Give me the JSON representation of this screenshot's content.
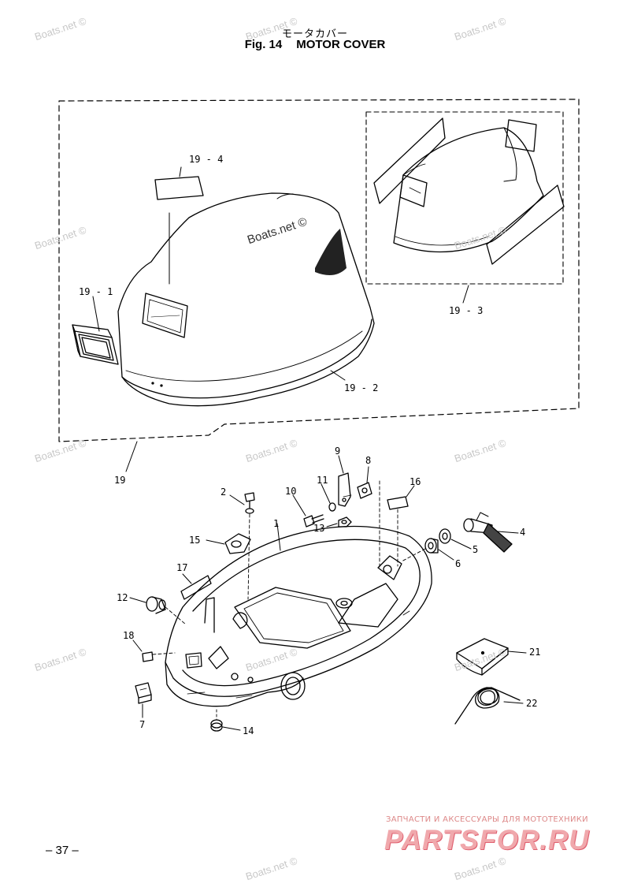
{
  "header": {
    "title_jp": "モータカバー",
    "fig_number": "Fig. 14",
    "fig_title": "MOTOR COVER"
  },
  "callouts": {
    "c19_4": "19 - 4",
    "c19_1": "19 - 1",
    "c19_2": "19 - 2",
    "c19_3": "19 - 3",
    "c19": "19",
    "c1": "1",
    "c2": "2",
    "c4": "4",
    "c5": "5",
    "c6": "6",
    "c7": "7",
    "c8": "8",
    "c9": "9",
    "c10": "10",
    "c11": "11",
    "c12": "12",
    "c13": "13",
    "c14": "14",
    "c15": "15",
    "c16": "16",
    "c17": "17",
    "c18": "18",
    "c21": "21",
    "c22": "22"
  },
  "watermark": {
    "text": "Boats.net ©"
  },
  "footer": {
    "page_number": "– 37 –",
    "brand_tagline": "ЗАПЧАСТИ И АКСЕССУАРЫ ДЛЯ МОТОТЕХНИКИ",
    "brand_logo": "PARTSFOR.RU"
  }
}
